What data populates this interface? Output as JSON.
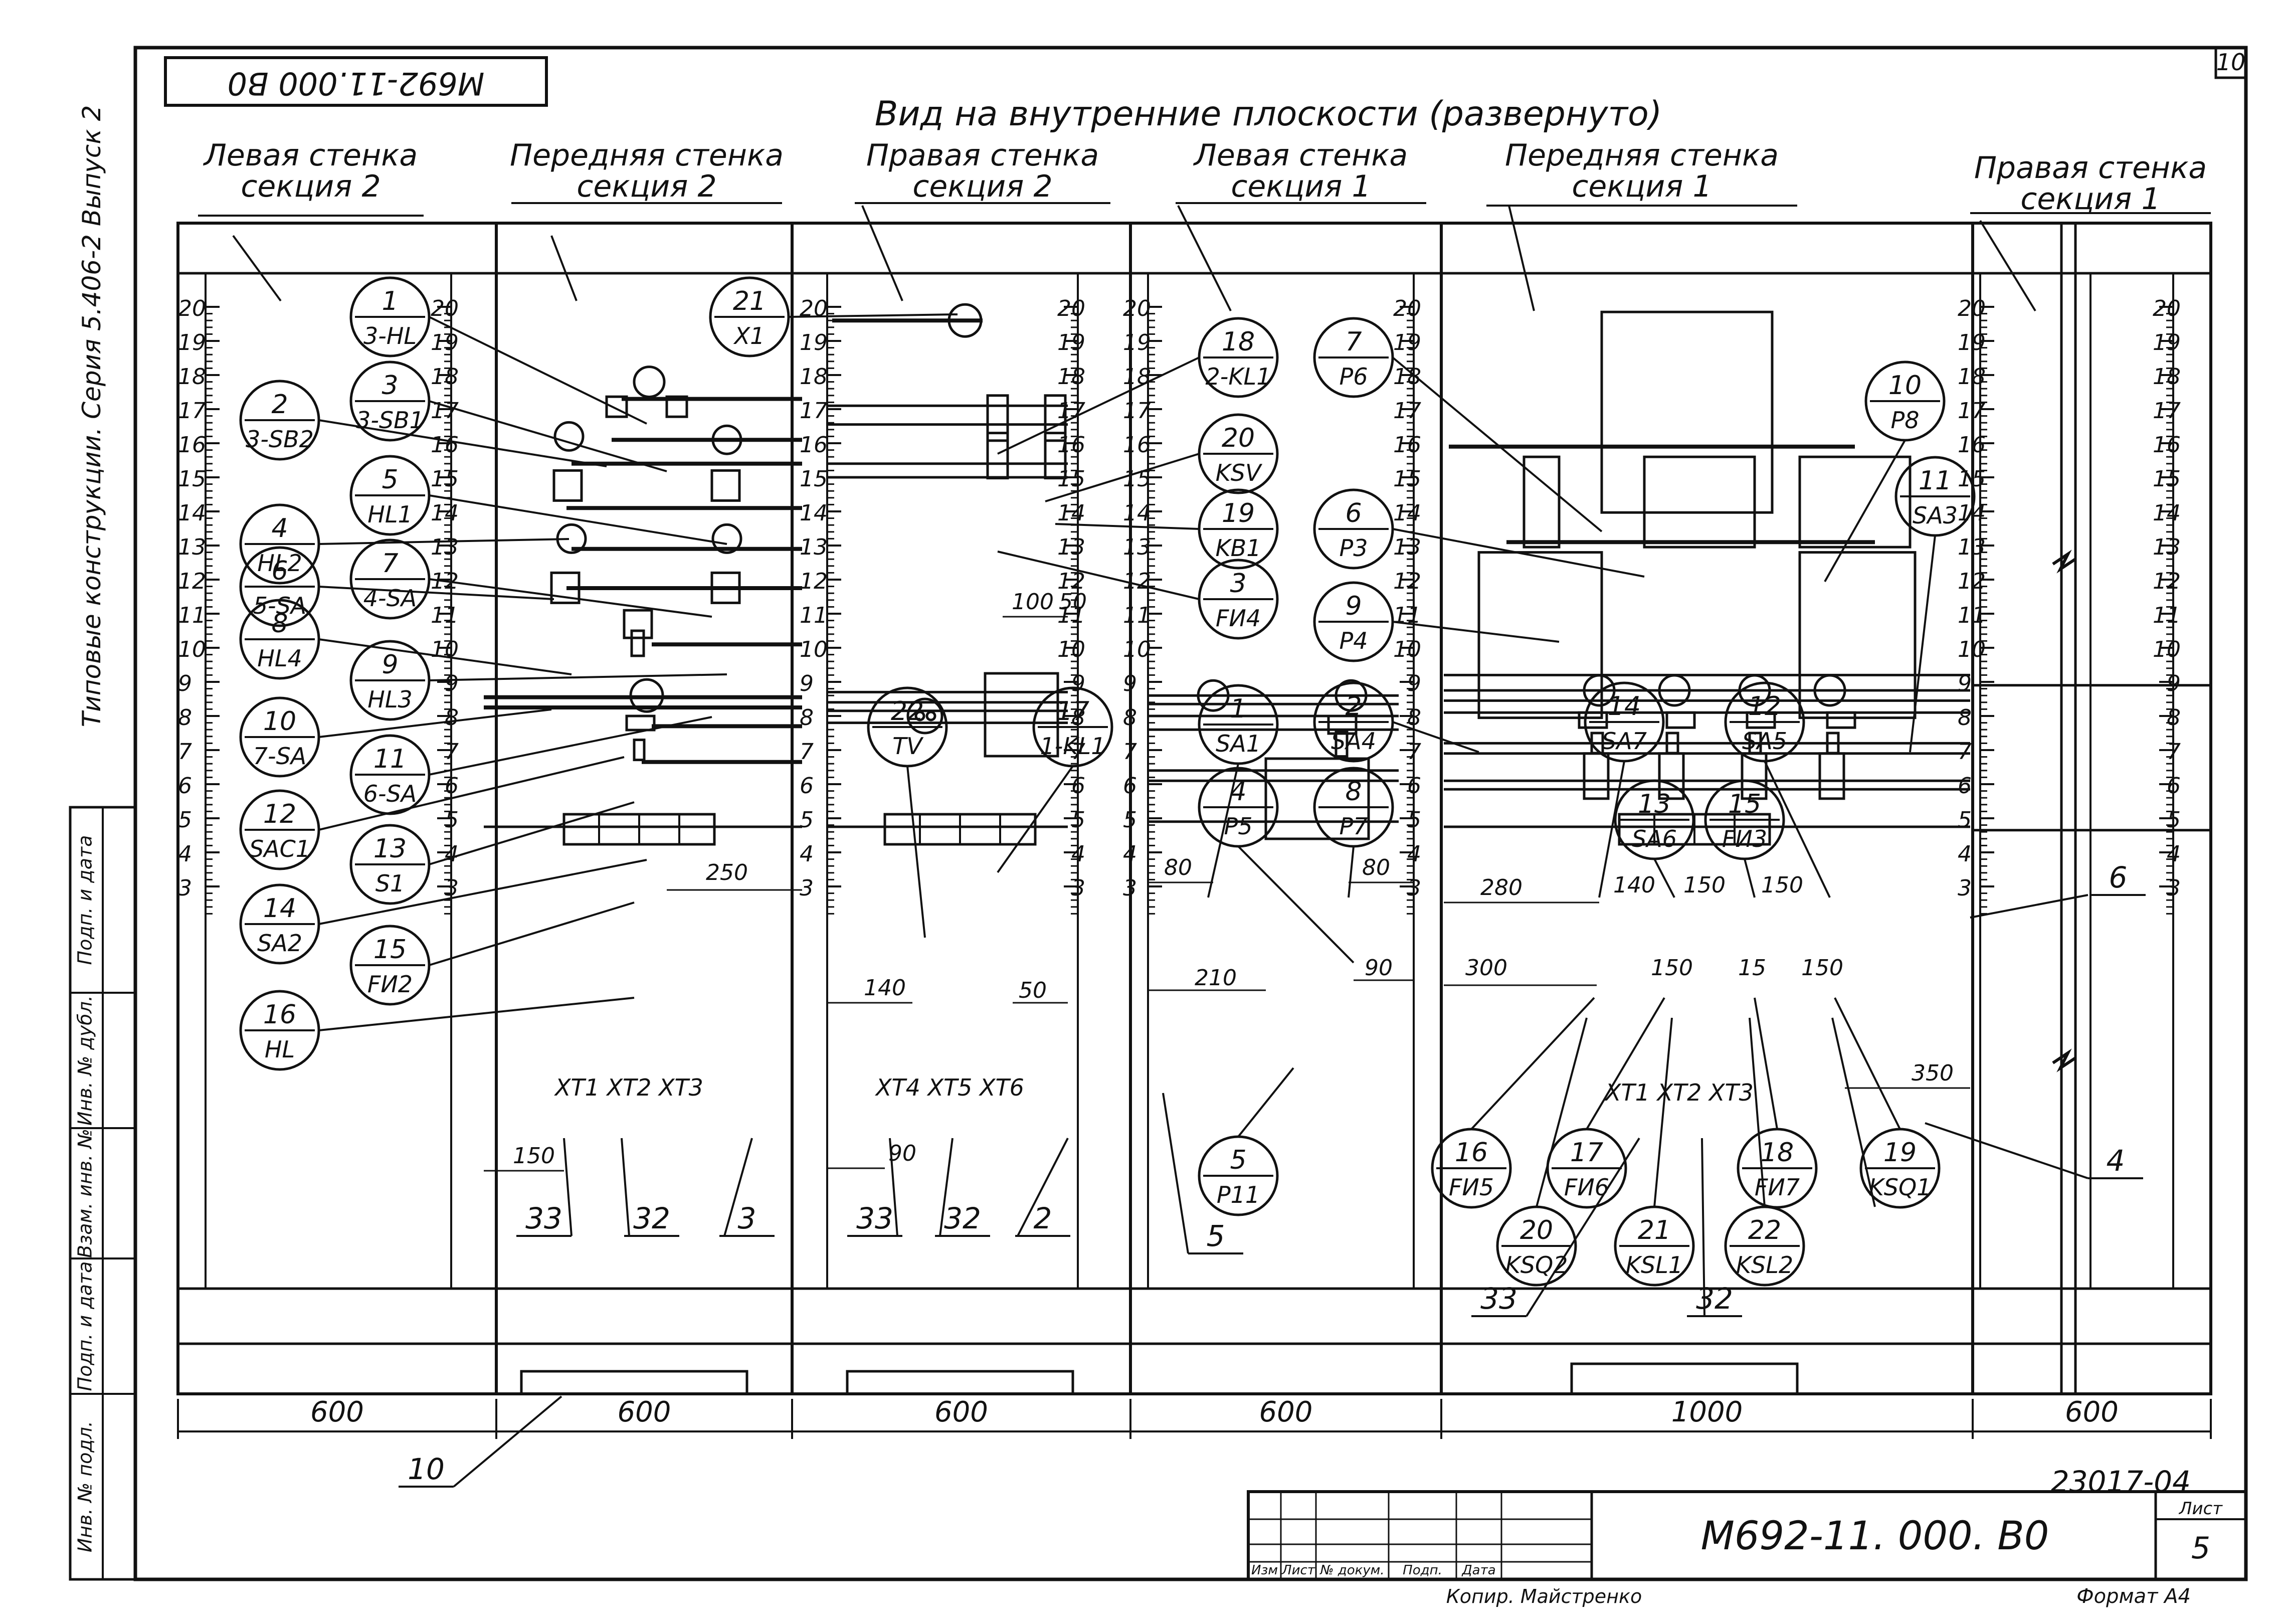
{
  "drawing": {
    "code_rotated": "М692-11.000 В0",
    "sheet_number_top": "10",
    "title": "Вид на внутренние плоскости (развернуто)",
    "spine_text": "Типовые конструкции. Серия 5.406-2 Выпуск 2",
    "copied_by": "Копир. Майстренко",
    "format": "Формат А4",
    "archive_number": "23017-04"
  },
  "sections": [
    {
      "line1": "Левая стенка",
      "line2": "секция 2"
    },
    {
      "line1": "Передняя стенка",
      "line2": "секция 2"
    },
    {
      "line1": "Правая стенка",
      "line2": "секция 2"
    },
    {
      "line1": "Левая стенка",
      "line2": "секция 1"
    },
    {
      "line1": "Передняя стенка",
      "line2": "секция 1"
    },
    {
      "line1": "Правая стенка",
      "line2": "секция 1"
    }
  ],
  "widths": [
    "600",
    "600",
    "600",
    "600",
    "1000",
    "600"
  ],
  "scale_numbers": [
    "20",
    "19",
    "18",
    "17",
    "16",
    "15",
    "14",
    "13",
    "12",
    "11",
    "10",
    "9",
    "8",
    "7",
    "6",
    "5",
    "4",
    "3"
  ],
  "tags": [
    {
      "n": "1",
      "c": "3-HL"
    },
    {
      "n": "2",
      "c": "3-SB2"
    },
    {
      "n": "3",
      "c": "3-SB1"
    },
    {
      "n": "4",
      "c": "HL2"
    },
    {
      "n": "5",
      "c": "HL1"
    },
    {
      "n": "6",
      "c": "5-SA"
    },
    {
      "n": "7",
      "c": "4-SA"
    },
    {
      "n": "8",
      "c": "HL4"
    },
    {
      "n": "9",
      "c": "HL3"
    },
    {
      "n": "10",
      "c": "7-SA"
    },
    {
      "n": "11",
      "c": "6-SA"
    },
    {
      "n": "12",
      "c": "SAC1"
    },
    {
      "n": "13",
      "c": "S1"
    },
    {
      "n": "14",
      "c": "SA2"
    },
    {
      "n": "15",
      "c": "FИ2"
    },
    {
      "n": "16",
      "c": "HL"
    },
    {
      "n": "21",
      "c": "X1"
    },
    {
      "n": "22",
      "c": "TV"
    },
    {
      "n": "17",
      "c": "1-KL1"
    },
    {
      "n": "18",
      "c": "2-KL1"
    },
    {
      "n": "20",
      "c": "KSV"
    },
    {
      "n": "19",
      "c": "KB1"
    },
    {
      "n": "3",
      "c": "FИ4"
    },
    {
      "n": "1",
      "c": "SA1"
    },
    {
      "n": "4",
      "c": "P5"
    },
    {
      "n": "5",
      "c": "P11"
    },
    {
      "n": "7",
      "c": "P6"
    },
    {
      "n": "6",
      "c": "P3"
    },
    {
      "n": "9",
      "c": "P4"
    },
    {
      "n": "2",
      "c": "SA4"
    },
    {
      "n": "8",
      "c": "P7"
    },
    {
      "n": "10",
      "c": "P8"
    },
    {
      "n": "11",
      "c": "SA3"
    },
    {
      "n": "14",
      "c": "SA7"
    },
    {
      "n": "12",
      "c": "SA5"
    },
    {
      "n": "13",
      "c": "SA6"
    },
    {
      "n": "15",
      "c": "FИ3"
    },
    {
      "n": "16",
      "c": "FИ5"
    },
    {
      "n": "17",
      "c": "FИ6"
    },
    {
      "n": "18",
      "c": "FИ7"
    },
    {
      "n": "19",
      "c": "KSQ1"
    },
    {
      "n": "20",
      "c": "KSQ2"
    },
    {
      "n": "21",
      "c": "KSL1"
    },
    {
      "n": "22",
      "c": "KSL2"
    }
  ],
  "dims": [
    "250",
    "100",
    "50",
    "140",
    "50",
    "80",
    "80",
    "210",
    "90",
    "280",
    "140",
    "150",
    "150",
    "300",
    "150",
    "15",
    "150",
    "350",
    "150",
    "90"
  ],
  "terminal_groups": [
    "XT1 XT2 XT3",
    "XT4 XT5 XT6",
    "XT1 XT2 XT3"
  ],
  "callouts": [
    "33",
    "32",
    "3",
    "33",
    "32",
    "2",
    "5",
    "33",
    "32",
    "6",
    "4",
    "10"
  ],
  "stamp": {
    "code": "М692-11. 000. В0",
    "sheet_label": "Лист",
    "sheet": "5",
    "columns": [
      "Изм",
      "Лист",
      "№ докум.",
      "Подп.",
      "Дата"
    ]
  },
  "side_table": [
    "Подп. и дата",
    "Инв. № дубл.",
    "Взам. инв. №",
    "Подп. и дата",
    "Инв. № подл."
  ]
}
